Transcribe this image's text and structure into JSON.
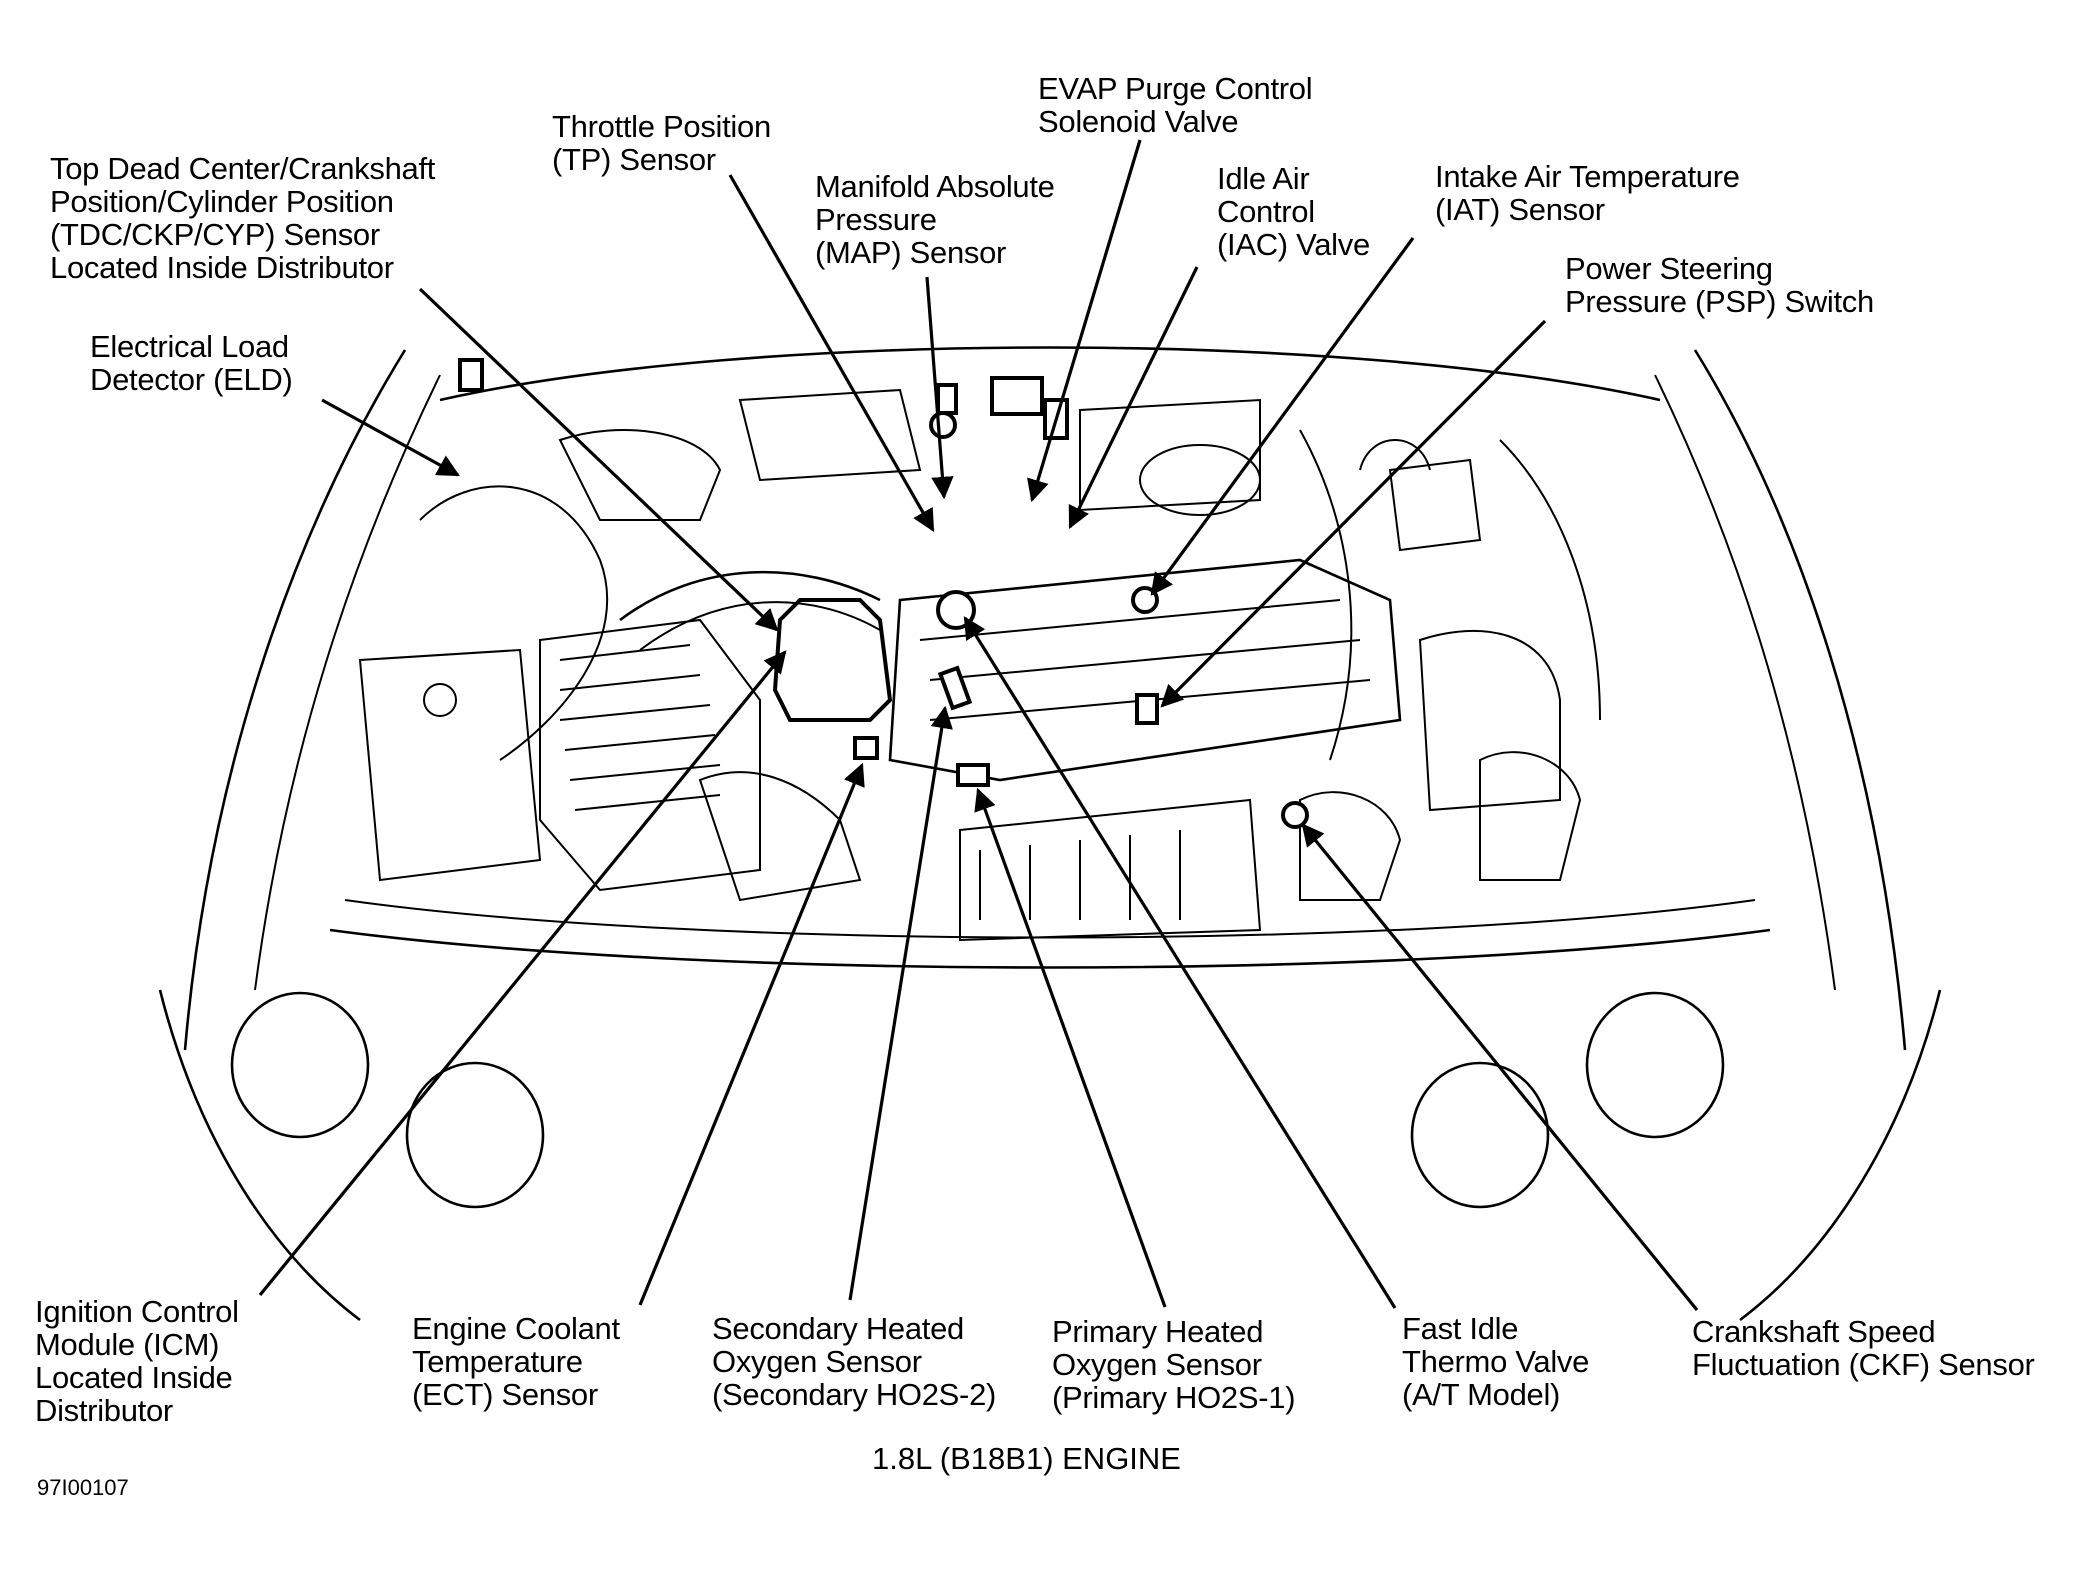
{
  "diagram": {
    "title": "1.8L (B18B1) ENGINE",
    "figure_code": "97I00107",
    "background": "#ffffff",
    "ink": "#000000",
    "callouts": [
      {
        "id": "tdc-ckp-cyp",
        "lines": [
          "Top Dead Center/Crankshaft",
          "Position/Cylinder Position",
          "(TDC/CKP/CYP) Sensor",
          "Located Inside Distributor"
        ]
      },
      {
        "id": "eld",
        "lines": [
          "Electrical Load",
          "Detector (ELD)"
        ]
      },
      {
        "id": "tp",
        "lines": [
          "Throttle Position",
          "(TP) Sensor"
        ]
      },
      {
        "id": "map",
        "lines": [
          "Manifold Absolute",
          "Pressure",
          "(MAP) Sensor"
        ]
      },
      {
        "id": "evap",
        "lines": [
          "EVAP Purge Control",
          "Solenoid Valve"
        ]
      },
      {
        "id": "iac",
        "lines": [
          "Idle Air",
          "Control",
          "(IAC) Valve"
        ]
      },
      {
        "id": "iat",
        "lines": [
          "Intake Air Temperature",
          "(IAT) Sensor"
        ]
      },
      {
        "id": "psp",
        "lines": [
          "Power Steering",
          "Pressure (PSP) Switch"
        ]
      },
      {
        "id": "icm",
        "lines": [
          "Ignition Control",
          "Module (ICM)",
          "Located Inside",
          "Distributor"
        ]
      },
      {
        "id": "ect",
        "lines": [
          "Engine Coolant",
          "Temperature",
          "(ECT) Sensor"
        ]
      },
      {
        "id": "ho2s-2",
        "lines": [
          "Secondary Heated",
          "Oxygen Sensor",
          "(Secondary HO2S-2)"
        ]
      },
      {
        "id": "ho2s-1",
        "lines": [
          "Primary Heated",
          "Oxygen Sensor",
          "(Primary HO2S-1)"
        ]
      },
      {
        "id": "fitv",
        "lines": [
          "Fast Idle",
          "Thermo Valve",
          "(A/T Model)"
        ]
      },
      {
        "id": "ckf",
        "lines": [
          "Crankshaft Speed",
          "Fluctuation (CKF) Sensor"
        ]
      }
    ]
  }
}
